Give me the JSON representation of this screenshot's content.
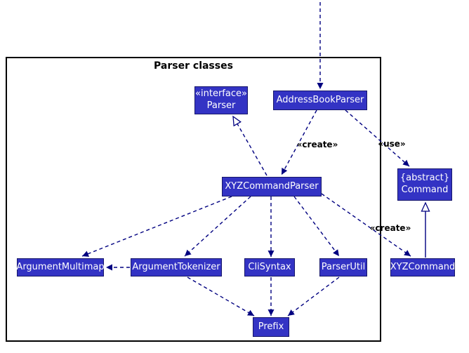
{
  "frame_title": "Parser classes",
  "nodes": {
    "parser": {
      "stereotype": "«interface»",
      "name": "Parser"
    },
    "addressBookParser": {
      "name": "AddressBookParser"
    },
    "xyzCommandParser": {
      "name": "XYZCommandParser"
    },
    "command": {
      "stereotype": "{abstract}",
      "name": "Command"
    },
    "argumentMultimap": {
      "name": "ArgumentMultimap"
    },
    "argumentTokenizer": {
      "name": "ArgumentTokenizer"
    },
    "cliSyntax": {
      "name": "CliSyntax"
    },
    "parserUtil": {
      "name": "ParserUtil"
    },
    "xyzCommand": {
      "name": "XYZCommand"
    },
    "prefix": {
      "name": "Prefix"
    }
  },
  "labels": {
    "create_top": "«create»",
    "use": "«use»",
    "create_bottom": "«create»"
  },
  "colors": {
    "node_fill": "#3333c4",
    "node_border": "#16166b",
    "node_text": "#ffffff",
    "arrow": "#000080",
    "frame_border": "#000000",
    "label_text": "#000000",
    "background": "#ffffff"
  }
}
